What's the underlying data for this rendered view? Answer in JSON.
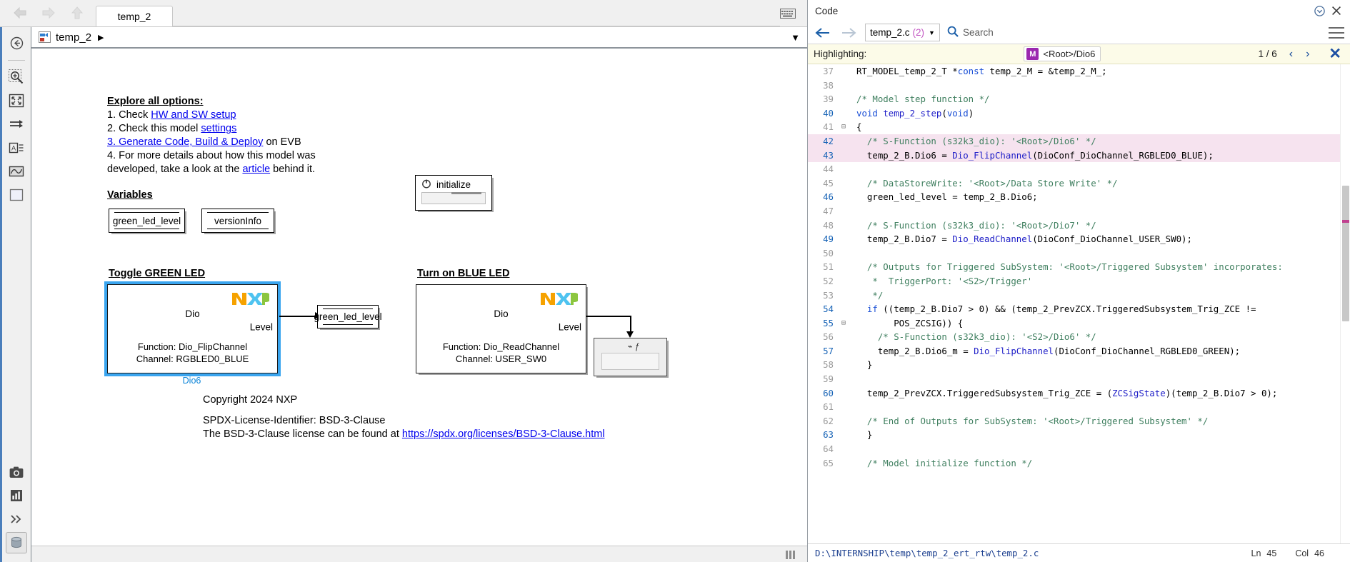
{
  "simulink": {
    "tab_label": "temp_2",
    "breadcrumb_model": "temp_2",
    "toolbar_icons": [
      {
        "name": "back-to-parent-icon",
        "title": "Navigate up"
      },
      {
        "name": "zoom-in-icon",
        "title": "Zoom in"
      },
      {
        "name": "fit-to-view-icon",
        "title": "Fit to view"
      },
      {
        "name": "signal-route-icon",
        "title": "Signal routing"
      },
      {
        "name": "annotation-icon",
        "title": "Annotation"
      },
      {
        "name": "scope-icon",
        "title": "Scope"
      },
      {
        "name": "block-icon",
        "title": "Block"
      },
      {
        "name": "camera-icon",
        "title": "Snapshot"
      },
      {
        "name": "report-icon",
        "title": "Report"
      },
      {
        "name": "more-icon",
        "title": "More"
      }
    ],
    "notes": {
      "explore_title": "Explore all options:",
      "line1_pre": "1. Check ",
      "line1_link": "HW and SW setup",
      "line2_pre": "2. Check this model ",
      "line2_link": "settings",
      "line3_link": "3. Generate Code, Build & Deploy",
      "line3_post": " on EVB",
      "line4a": "4. For more details about how this model was",
      "line4b_pre": "developed, take a look at the ",
      "line4b_link": "article",
      "line4b_post": " behind it.",
      "variables_title": "Variables",
      "toggle_green_title": "Toggle GREEN LED",
      "turn_on_blue_title": "Turn on BLUE LED",
      "copyright": "Copyright 2024 NXP",
      "spdx": "SPDX-License-Identifier: BSD-3-Clause",
      "bsd_pre": "The BSD-3-Clause license can be found at ",
      "bsd_link": "https://spdx.org/licenses/BSD-3-Clause.html"
    },
    "blocks": {
      "data_store_1": "green_led_level",
      "data_store_2": "versionInfo",
      "initialize_label": "initialize",
      "dio_left": {
        "name": "Dio",
        "function": "Function: Dio_FlipChannel",
        "channel": "Channel: RGBLED0_BLUE",
        "port": "Level",
        "tag": "Dio6",
        "logo": "NXP",
        "selected": true
      },
      "dio_right": {
        "name": "Dio",
        "function": "Function: Dio_ReadChannel",
        "channel": "Channel: USER_SW0",
        "port": "Level",
        "logo": "NXP",
        "selected": false
      },
      "signal_out_label": "green_led_level"
    },
    "colors": {
      "selection": "#3aa5ef",
      "link": "#0000ee",
      "tag": "#0b84d8",
      "window_accent": "#4a7ebb"
    }
  },
  "code_pane": {
    "title": "Code",
    "file_name": "temp_2.c",
    "file_count": "(2)",
    "search_placeholder": "Search",
    "highlighting_label": "Highlighting:",
    "highlight_chip_badge": "M",
    "highlight_chip_text": "<Root>/Dio6",
    "match_counter": "1 / 6",
    "prev_label": "‹",
    "next_label": "›",
    "close_label": "✕",
    "status_path": "D:\\INTERNSHIP\\temp\\temp_2_ert_rtw\\temp_2.c",
    "status_ln_label": "Ln",
    "status_ln_value": "45",
    "status_col_label": "Col",
    "status_col_value": "46",
    "lines": [
      {
        "n": "37",
        "fold": "",
        "highlight": false,
        "text": "RT_MODEL_temp_2_T *const temp_2_M = &temp_2_M_;"
      },
      {
        "n": "38",
        "fold": "",
        "highlight": false,
        "text": ""
      },
      {
        "n": "39",
        "fold": "",
        "highlight": false,
        "text": "/* Model step function */"
      },
      {
        "n": "40",
        "fold": "",
        "highlight": false,
        "text": "void temp_2_step(void)"
      },
      {
        "n": "41",
        "fold": "⊟",
        "highlight": false,
        "text": "{"
      },
      {
        "n": "42",
        "fold": "",
        "highlight": true,
        "text": "  /* S-Function (s32k3_dio): '<Root>/Dio6' */"
      },
      {
        "n": "43",
        "fold": "",
        "highlight": true,
        "text": "  temp_2_B.Dio6 = Dio_FlipChannel(DioConf_DioChannel_RGBLED0_BLUE);"
      },
      {
        "n": "44",
        "fold": "",
        "highlight": false,
        "text": ""
      },
      {
        "n": "45",
        "fold": "",
        "highlight": false,
        "text": "  /* DataStoreWrite: '<Root>/Data Store Write' */"
      },
      {
        "n": "46",
        "fold": "",
        "highlight": false,
        "text": "  green_led_level = temp_2_B.Dio6;"
      },
      {
        "n": "47",
        "fold": "",
        "highlight": false,
        "text": ""
      },
      {
        "n": "48",
        "fold": "",
        "highlight": false,
        "text": "  /* S-Function (s32k3_dio): '<Root>/Dio7' */"
      },
      {
        "n": "49",
        "fold": "",
        "highlight": false,
        "text": "  temp_2_B.Dio7 = Dio_ReadChannel(DioConf_DioChannel_USER_SW0);"
      },
      {
        "n": "50",
        "fold": "",
        "highlight": false,
        "text": ""
      },
      {
        "n": "51",
        "fold": "",
        "highlight": false,
        "text": "  /* Outputs for Triggered SubSystem: '<Root>/Triggered Subsystem' incorporates:"
      },
      {
        "n": "52",
        "fold": "",
        "highlight": false,
        "text": "   *  TriggerPort: '<S2>/Trigger'"
      },
      {
        "n": "53",
        "fold": "",
        "highlight": false,
        "text": "   */"
      },
      {
        "n": "54",
        "fold": "",
        "highlight": false,
        "text": "  if ((temp_2_B.Dio7 > 0) && (temp_2_PrevZCX.TriggeredSubsystem_Trig_ZCE !="
      },
      {
        "n": "55",
        "fold": "⊟",
        "highlight": false,
        "text": "       POS_ZCSIG)) {"
      },
      {
        "n": "56",
        "fold": "",
        "highlight": false,
        "text": "    /* S-Function (s32k3_dio): '<S2>/Dio6' */"
      },
      {
        "n": "57",
        "fold": "",
        "highlight": false,
        "text": "    temp_2_B.Dio6_m = Dio_FlipChannel(DioConf_DioChannel_RGBLED0_GREEN);"
      },
      {
        "n": "58",
        "fold": "",
        "highlight": false,
        "text": "  }"
      },
      {
        "n": "59",
        "fold": "",
        "highlight": false,
        "text": ""
      },
      {
        "n": "60",
        "fold": "",
        "highlight": false,
        "text": "  temp_2_PrevZCX.TriggeredSubsystem_Trig_ZCE = (ZCSigState)(temp_2_B.Dio7 > 0);"
      },
      {
        "n": "61",
        "fold": "",
        "highlight": false,
        "text": ""
      },
      {
        "n": "62",
        "fold": "",
        "highlight": false,
        "text": "  /* End of Outputs for SubSystem: '<Root>/Triggered Subsystem' */"
      },
      {
        "n": "63",
        "fold": "",
        "highlight": false,
        "text": "  }"
      },
      {
        "n": "64",
        "fold": "",
        "highlight": false,
        "text": ""
      },
      {
        "n": "65",
        "fold": "",
        "highlight": false,
        "text": "  /* Model initialize function */"
      }
    ]
  }
}
